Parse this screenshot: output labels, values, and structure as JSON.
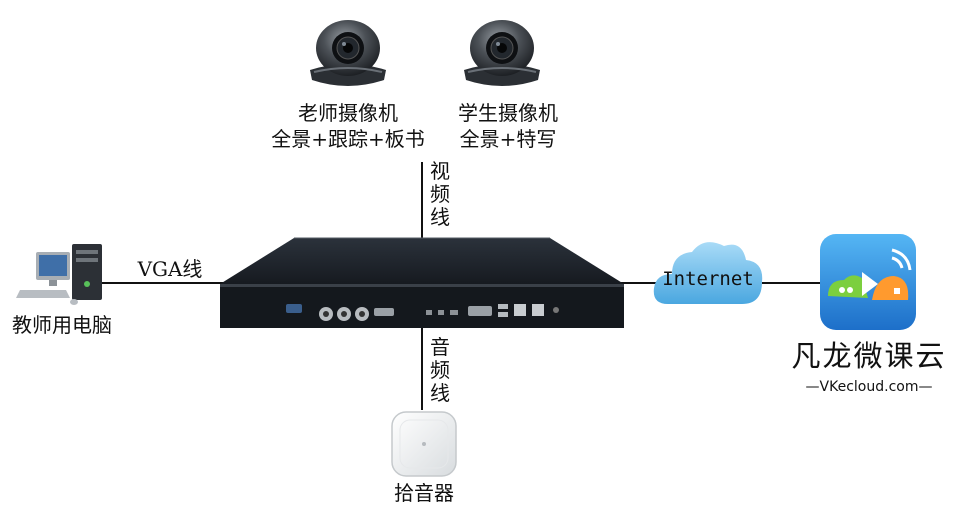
{
  "cameras": {
    "teacher": {
      "title": "老师摄像机",
      "subtitle": "全景+跟踪+板书"
    },
    "student": {
      "title": "学生摄像机",
      "subtitle": "全景+特写"
    }
  },
  "connections": {
    "video_cable": [
      "视",
      "频",
      "线"
    ],
    "audio_cable": [
      "音",
      "频",
      "线"
    ],
    "vga_cable": "VGA线"
  },
  "computer": {
    "label": "教师用电脑"
  },
  "microphone": {
    "label": "拾音器"
  },
  "network": {
    "label": "Internet"
  },
  "brand": {
    "name": "凡龙微课云",
    "url": "—VKecloud.com—"
  },
  "colors": {
    "device_body": "#1c2128",
    "cloud": "#5fb3e6",
    "app_icon_bg": "#2a8fe0",
    "line": "#111111"
  }
}
